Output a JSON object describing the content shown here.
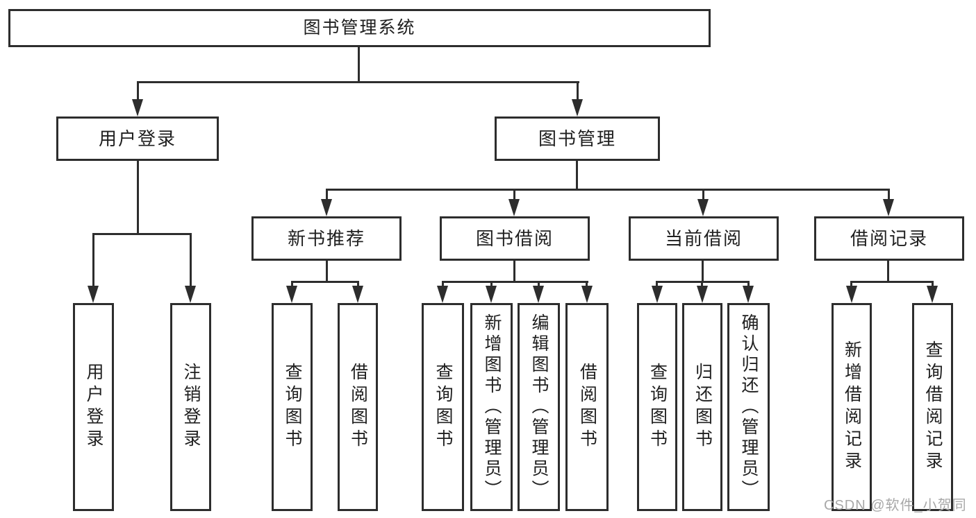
{
  "tree": {
    "root": "图书管理系统",
    "children": [
      {
        "label": "用户登录",
        "children": [
          {
            "label": "用户登录"
          },
          {
            "label": "注销登录"
          }
        ]
      },
      {
        "label": "图书管理",
        "children": [
          {
            "label": "新书推荐",
            "children": [
              {
                "label": "查询图书"
              },
              {
                "label": "借阅图书"
              }
            ]
          },
          {
            "label": "图书借阅",
            "children": [
              {
                "label": "查询图书"
              },
              {
                "label": "新增图书（管理员）"
              },
              {
                "label": "编辑图书（管理员）"
              },
              {
                "label": "借阅图书"
              }
            ]
          },
          {
            "label": "当前借阅",
            "children": [
              {
                "label": "查询图书"
              },
              {
                "label": "归还图书"
              },
              {
                "label": "确认归还（管理员）"
              }
            ]
          },
          {
            "label": "借阅记录",
            "children": [
              {
                "label": "新增借阅记录"
              },
              {
                "label": "查询借阅记录"
              }
            ]
          }
        ]
      }
    ]
  },
  "watermark": {
    "text": "CSDN @软件_小贺同学"
  },
  "colors": {
    "line": "#2d2d2d",
    "text": "#1f1f1f",
    "watermark": "#a8a8a8",
    "background": "#ffffff"
  }
}
